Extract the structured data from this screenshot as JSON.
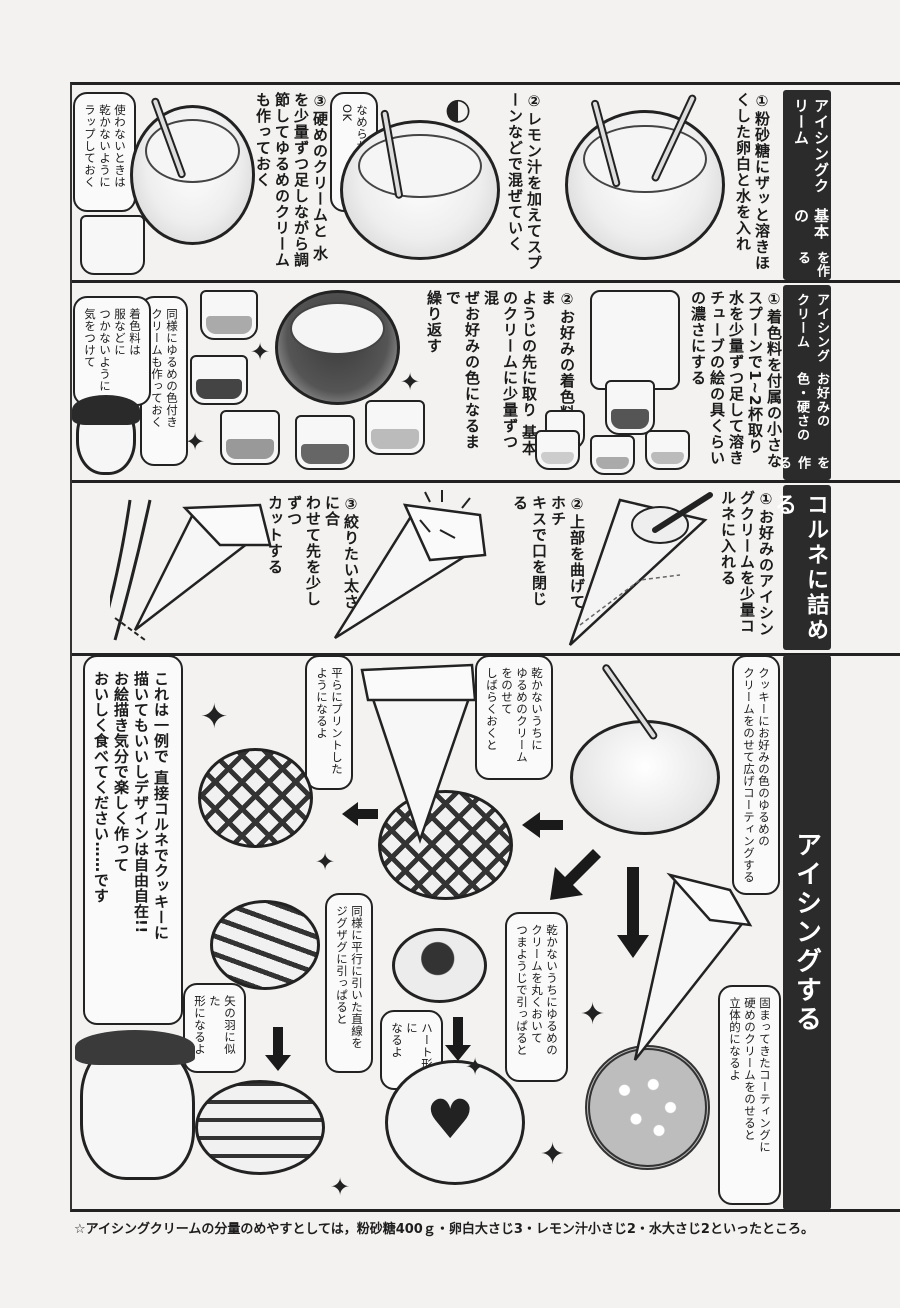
{
  "sections": [
    {
      "id": "basic",
      "tab_title_lines": [
        "基本の",
        "アイシングクリーム"
      ],
      "tab_suffix": "を作る",
      "steps": [
        {
          "number": "①",
          "text": "①粉砂糖にザッと溶きほ\nくした卵白と水を入れ"
        },
        {
          "number": "②",
          "text": "②レモン汁を加えてスプ\nーンなどで混ぜていく"
        },
        {
          "number": "③",
          "text": "③硬めのクリームと 水\nを少量ずつ足しながら調\n節してゆるめのクリーム\nも作っておく"
        }
      ],
      "bubbles": [
        {
          "text": "なめらかになれば\nOK"
        },
        {
          "text": "使わないときは\n乾かないように\nラップしておく"
        }
      ]
    },
    {
      "id": "color",
      "tab_title_lines": [
        "お好みの色・硬さの",
        "アイシングクリーム"
      ],
      "tab_suffix": "を作る",
      "steps": [
        {
          "number": "①",
          "text": "①着色料を付属の小さな\nスプーンで1~2杯取り\n水を少量ずつ足して溶き\nチューブの絵の具くらい\nの濃さにする"
        },
        {
          "number": "②",
          "text": "②お好みの着色料をつま\nようじの先に取り 基本\nのクリームに少量ずつ混\nぜお好みの色になるまで\n繰り返す"
        }
      ],
      "bubbles": [
        {
          "text": "同様にゆるめの色付き\nクリームも作っておく"
        },
        {
          "text": "着色料は\n服などに\nつかないように\n気をつけて"
        }
      ]
    },
    {
      "id": "cornet",
      "tab_title": "コルネに詰める",
      "steps": [
        {
          "number": "①",
          "text": "①お好みのアイシン\nグクリームを少量コ\nルネに入れる"
        },
        {
          "number": "②",
          "text": "②上部を曲げてホチ\nキスで口を閉じる"
        },
        {
          "number": "③",
          "text": "③絞りたい太さに合\nわせて先を少しずつ\nカットする"
        }
      ]
    },
    {
      "id": "icing",
      "tab_title": "アイシングする",
      "bubbles": [
        {
          "id": "coat",
          "text": "クッキーにお好みの色のゆるめの\nクリームをのせて広げコーティングする"
        },
        {
          "id": "wait",
          "text": "乾かないうちに\nゆるめのクリーム\nをのせて\nしばらくおくと"
        },
        {
          "id": "print",
          "text": "平らにプリントした\nようになるよ"
        },
        {
          "id": "drag",
          "text": "乾かないうちにゆるめの\nクリームを丸くおいて\nつまようじで引っぱると"
        },
        {
          "id": "zigzag",
          "text": "同様に平行に引いた直線を\nジグザグに引っぱると"
        },
        {
          "id": "heart",
          "text": "ハート形に\nなるよ"
        },
        {
          "id": "arrow-feather",
          "text": "矢の羽に似た\n形になるよ"
        },
        {
          "id": "solid",
          "text": "固まってきたコーティングに\n硬めのクリームをのせると\n立体的になるよ"
        },
        {
          "id": "comment",
          "text": "これは一例で 直接コルネでクッキーに\n描いてもいいしデザインは自由自在!!\nお絵描き気分で楽しく作って\nおいしく食べてください……です"
        }
      ]
    }
  ],
  "footnote": "☆アイシングクリームの分量のめやすとしては，粉砂糖400ｇ・卵白大さじ3・レモン汁小さじ2・水大さじ2といったところ。",
  "colors": {
    "paper": "#f3f2f0",
    "ink": "#1e1e1e",
    "tab_background": "#2b2b2b",
    "tab_text": "#ffffff"
  }
}
